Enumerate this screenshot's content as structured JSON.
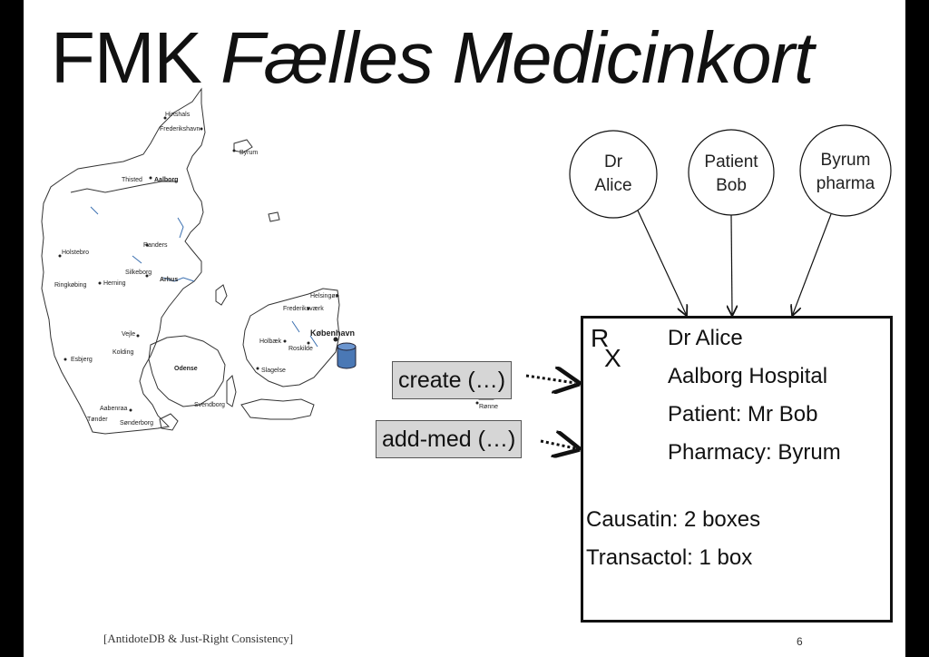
{
  "slide": {
    "title_main": "FMK",
    "title_italic": "Fælles Medicinkort",
    "footer": "[AntidoteDB & Just-Right Consistency]",
    "page_number": "6"
  },
  "map": {
    "cities": [
      "Hirtshals",
      "Frederikshavn",
      "Byrum",
      "Thisted",
      "Aalborg",
      "Randers",
      "Holstebro",
      "Silkeborg",
      "Arhus",
      "Ringkøbing",
      "Herning",
      "Vejle",
      "Kolding",
      "Esbjerg",
      "Odense",
      "Aabenraa",
      "Tønder",
      "Sønderborg",
      "Svendborg",
      "Helsingør",
      "Frederiksværk",
      "København",
      "Holbæk",
      "Roskilde",
      "Slagelse",
      "Rønne"
    ]
  },
  "actors": [
    {
      "label": "Dr\nAlice"
    },
    {
      "label": "Patient\nBob"
    },
    {
      "label": "Byrum\npharma"
    }
  ],
  "operations": [
    {
      "label": "create (…)"
    },
    {
      "label": "add-med (…)"
    }
  ],
  "prescription": {
    "rx_r": "R",
    "rx_x": "X",
    "doctor": "Dr Alice",
    "hospital": "Aalborg Hospital",
    "patient": "Patient: Mr Bob",
    "pharmacy": "Pharmacy: Byrum",
    "meds": [
      "Causatin: 2 boxes",
      "Transactol: 1 box"
    ]
  },
  "colors": {
    "database": "#4a78b5",
    "op_fill": "#d6d6d6",
    "water": "#3a6fb0"
  }
}
